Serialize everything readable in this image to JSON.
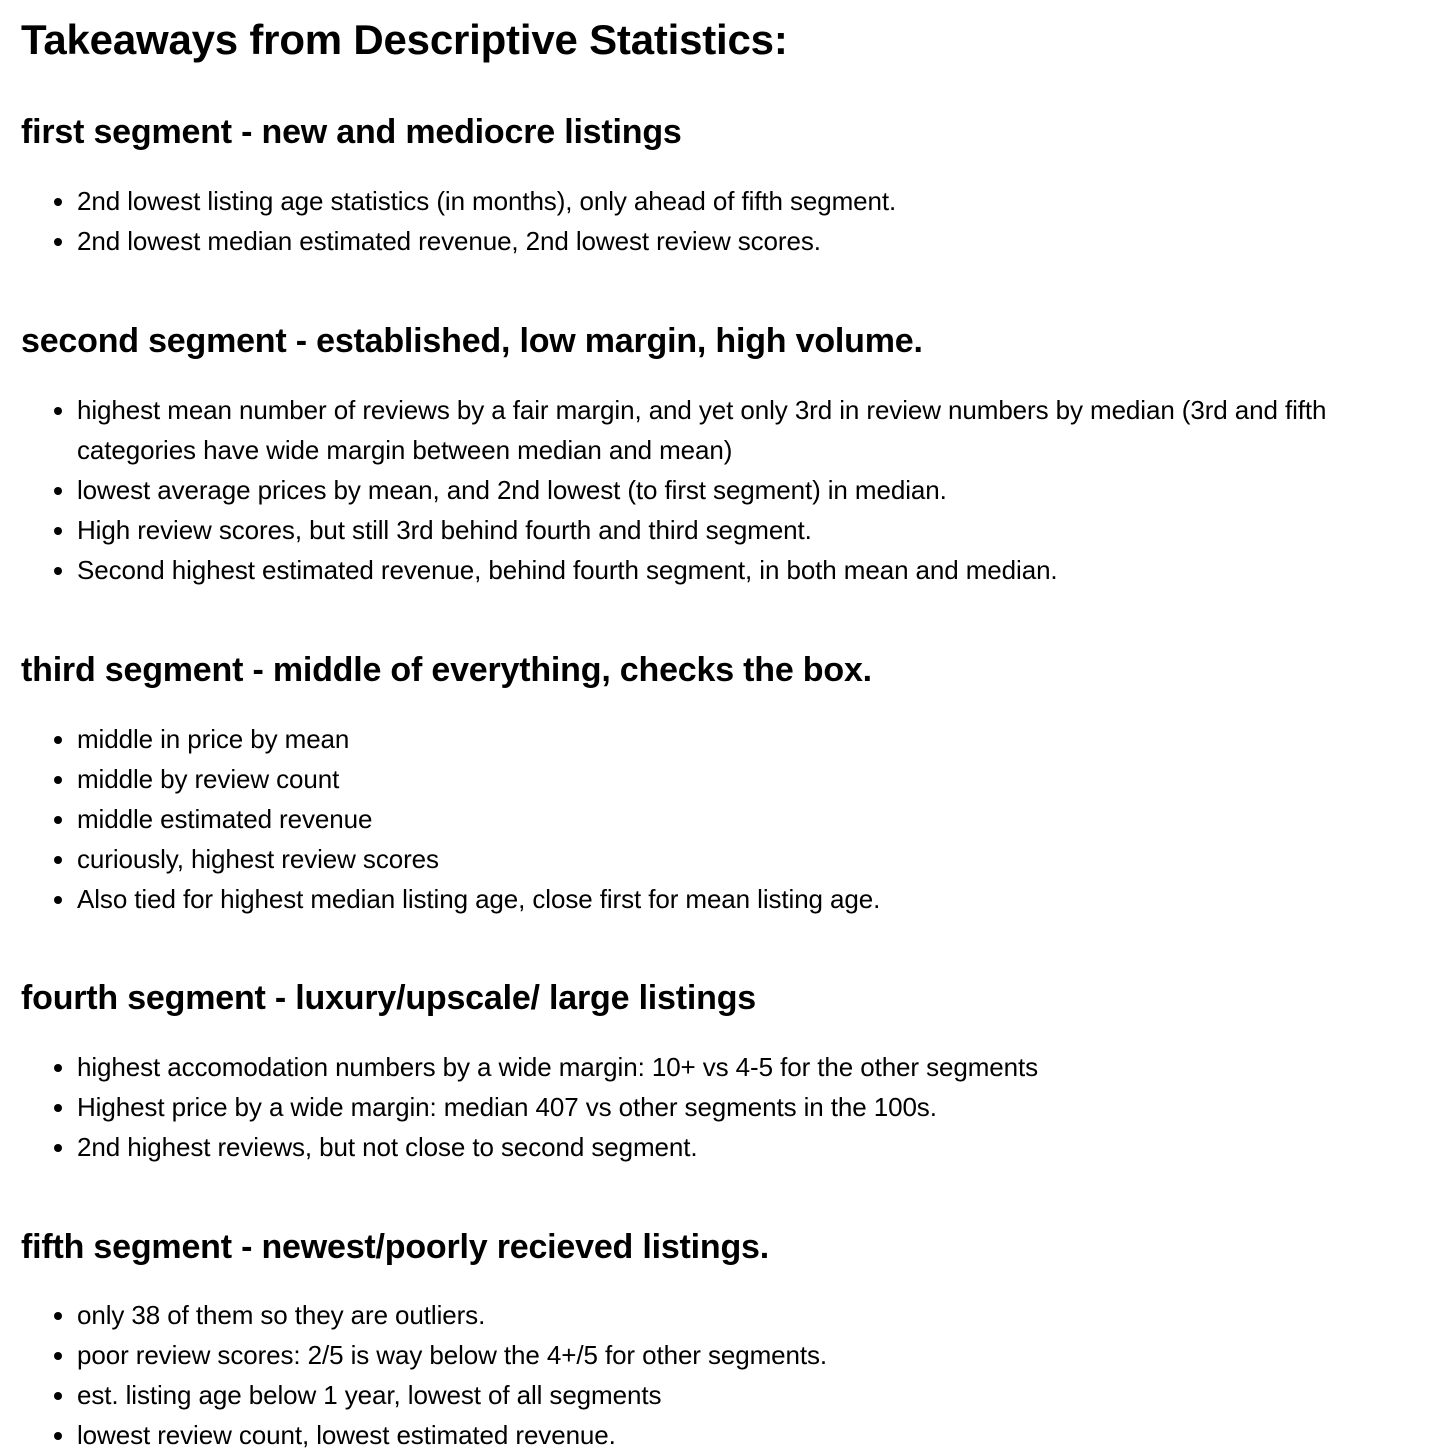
{
  "title": "Takeaways from Descriptive Statistics:",
  "sections": [
    {
      "heading": "first segment - new and mediocre listings",
      "items": [
        "2nd lowest listing age statistics (in months), only ahead of fifth segment.",
        "2nd lowest median estimated revenue, 2nd lowest review scores."
      ]
    },
    {
      "heading": "second segment - established, low margin, high volume.",
      "items": [
        "highest mean number of reviews by a fair margin, and yet only 3rd in review numbers by median (3rd and fifth categories have wide margin between median and mean)",
        "lowest average prices by mean, and 2nd lowest (to first segment) in median.",
        "High review scores, but still 3rd behind fourth and third segment.",
        "Second highest estimated revenue, behind fourth segment, in both mean and median."
      ]
    },
    {
      "heading": "third segment - middle of everything, checks the box.",
      "items": [
        "middle in price by mean",
        "middle by review count",
        "middle estimated revenue",
        "curiously, highest review scores",
        "Also tied for highest median listing age, close first for mean listing age."
      ]
    },
    {
      "heading": "fourth segment - luxury/upscale/ large listings",
      "items": [
        "highest accomodation numbers by a wide margin: 10+ vs 4-5 for the other segments",
        "Highest price by a wide margin: median 407 vs other segments in the 100s.",
        "2nd highest reviews, but not close to second segment."
      ]
    },
    {
      "heading": "fifth segment - newest/poorly recieved listings.",
      "items": [
        "only 38 of them so they are outliers.",
        "poor review scores: 2/5 is way below the 4+/5 for other segments.",
        "est. listing age below 1 year, lowest of all segments",
        "lowest review count, lowest estimated revenue."
      ]
    }
  ]
}
